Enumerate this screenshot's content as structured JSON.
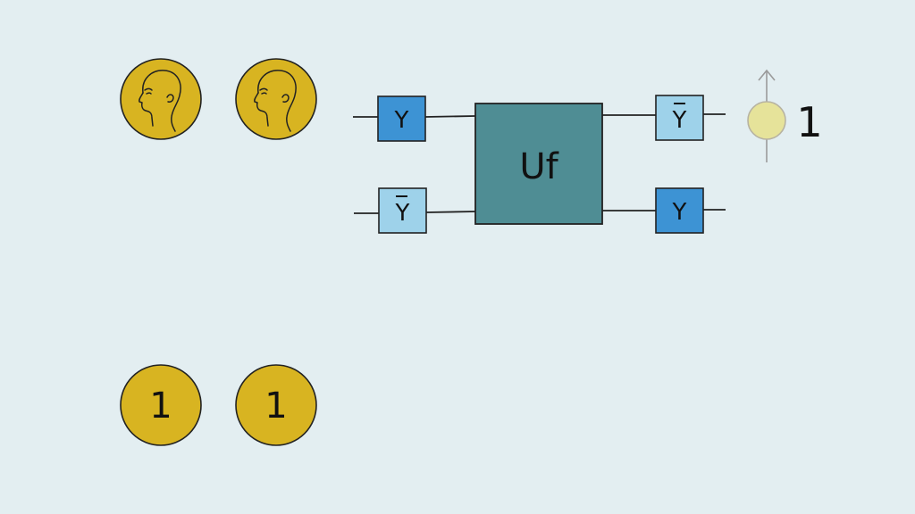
{
  "coins": {
    "top": [
      {
        "face": "heads",
        "icon": "head-profile-icon"
      },
      {
        "face": "heads",
        "icon": "head-profile-icon"
      }
    ],
    "bottom": [
      {
        "face": "number",
        "text": "1"
      },
      {
        "face": "number",
        "text": "1"
      }
    ]
  },
  "circuit": {
    "input_gates": [
      {
        "text": "Y",
        "bar": false
      },
      {
        "text": "Y",
        "bar": true
      }
    ],
    "oracle": {
      "text": "Uf"
    },
    "output_gates": [
      {
        "text": "Y",
        "bar": true
      },
      {
        "text": "Y",
        "bar": false
      }
    ],
    "measurement": {
      "icon": "measurement-dial-icon",
      "result": "1"
    }
  },
  "colors": {
    "background": "#e3eef1",
    "coin": "#d8b421",
    "gate_dark": "#3d93d4",
    "gate_light": "#9ed2ea",
    "oracle": "#4f8d94",
    "dial": "#e6e39a"
  }
}
